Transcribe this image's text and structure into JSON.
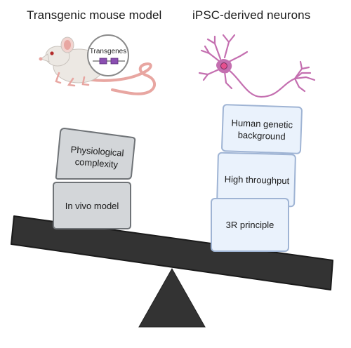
{
  "headings": {
    "left": "Transgenic mouse model",
    "right": "iPSC-derived neurons"
  },
  "mouse": {
    "inset_label": "Transgenes"
  },
  "left_pan": [
    {
      "label": "Physiological complexity"
    },
    {
      "label": "In vivo model"
    }
  ],
  "right_pan": [
    {
      "label": "Human genetic background"
    },
    {
      "label": "High throughput"
    },
    {
      "label": "3R principle"
    }
  ],
  "colors": {
    "beam": "#333333",
    "fulcrum": "#333333",
    "left_block_fill": "#d3d6d9",
    "left_block_stroke": "#6f7377",
    "right_block_fill": "#eaf2fc",
    "right_block_stroke": "#9fb4d4",
    "neuron": "#c46fb0",
    "neuron_nucleus": "#e64f8e",
    "mouse_body": "#ece8e3",
    "mouse_pink": "#e8a6a1",
    "transgene": "#8b4fb2"
  },
  "icons": {
    "mouse": "mouse-icon",
    "neuron": "neuron-icon",
    "fulcrum": "fulcrum-triangle",
    "beam": "seesaw-beam"
  }
}
